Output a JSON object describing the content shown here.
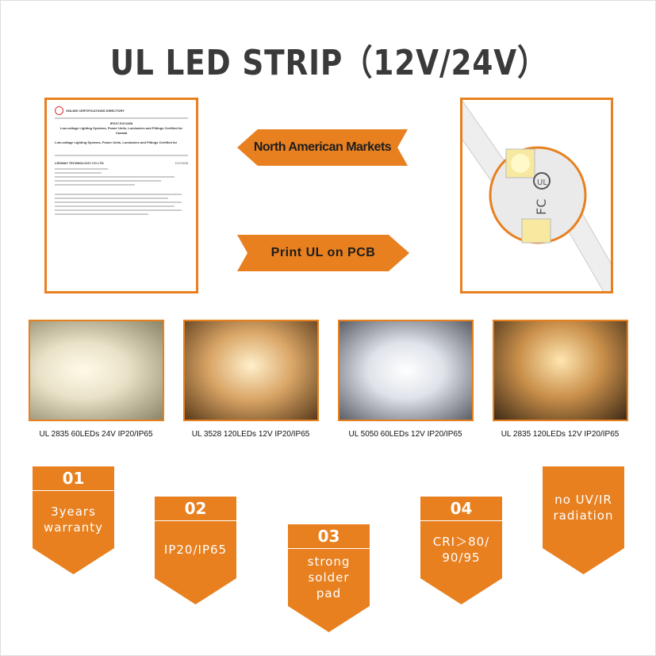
{
  "title": "UL LED STRIP（12V/24V）",
  "certificate": {
    "header": "ONLINE CERTIFICATIONS DIRECTORY",
    "code": "IFDX7.E474408",
    "heading": "Low-voltage Lighting Systems, Power Units, Luminaires and Fittings Certified for Canada",
    "subheading": "Low-voltage Lighting Systems, Power Units, Luminaires and Fittings Certified for",
    "company": "LEDWAY TECHNOLOGY CO LTD",
    "file_no": "E474408"
  },
  "banners": {
    "markets": "North American Markets",
    "pcb": "Print UL on PCB"
  },
  "products": [
    {
      "caption": "UL 2835 60LEDs 24V IP20/IP65",
      "tone": "#e9e2c8"
    },
    {
      "caption": "UL 3528 120LEDs 12V IP20/IP65",
      "tone": "#d9a566"
    },
    {
      "caption": "UL 5050 60LEDs 12V IP20/IP65",
      "tone": "#dfe3ea"
    },
    {
      "caption": "UL 2835 120LEDs 12V IP20/IP65",
      "tone": "#c98f4a"
    }
  ],
  "features": [
    {
      "num": "01",
      "text": "3years warranty"
    },
    {
      "num": "02",
      "text": "IP20/IP65"
    },
    {
      "num": "03",
      "text": "strong solder pad"
    },
    {
      "num": "04",
      "text": "CRI＞80/ 90/95"
    },
    {
      "num": "",
      "text": "no UV/IR radiation"
    }
  ],
  "colors": {
    "accent": "#e8801f",
    "title": "#3a3a3a"
  }
}
